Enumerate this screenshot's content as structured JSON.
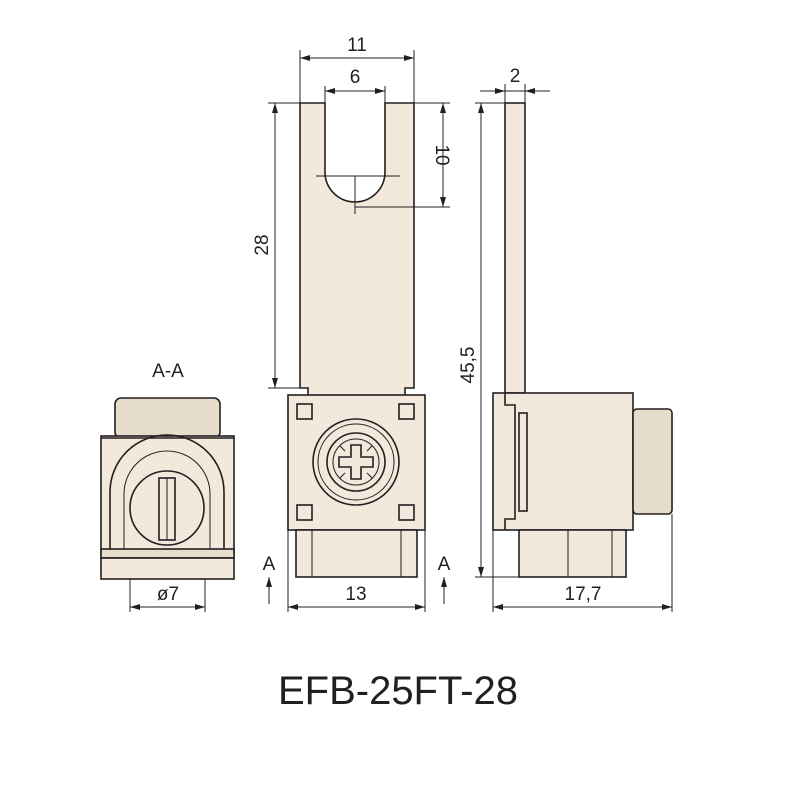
{
  "title": "EFB-25FT-28",
  "section_label": "A-A",
  "section_marker": "A",
  "dimensions": {
    "tongue_width": "11",
    "slot_width": "6",
    "slot_depth": "10",
    "tongue_length": "28",
    "total_height": "45,5",
    "plate_thickness": "2",
    "hole_diameter": "ø7",
    "body_width": "13",
    "body_depth": "17,7"
  }
}
